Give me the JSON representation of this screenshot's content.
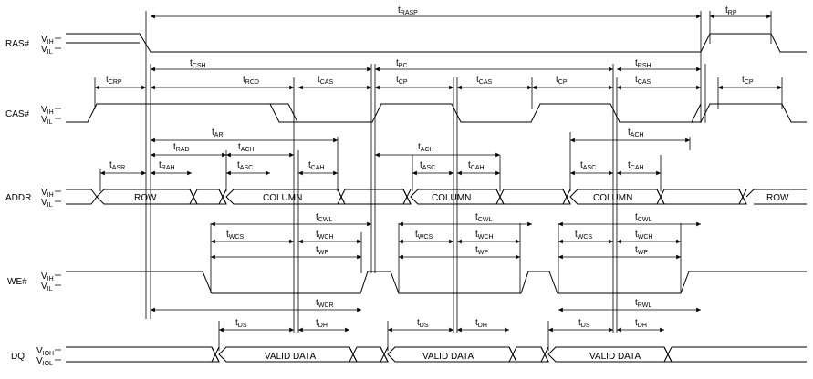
{
  "signals": [
    {
      "name": "RAS#",
      "hi": "V",
      "hi_sub": "IH",
      "lo": "V",
      "lo_sub": "IL"
    },
    {
      "name": "CAS#",
      "hi": "V",
      "hi_sub": "IH",
      "lo": "V",
      "lo_sub": "IL"
    },
    {
      "name": "ADDR",
      "hi": "V",
      "hi_sub": "IH",
      "lo": "V",
      "lo_sub": "IL"
    },
    {
      "name": "WE#",
      "hi": "V",
      "hi_sub": "IH",
      "lo": "V",
      "lo_sub": "IL"
    },
    {
      "name": "DQ",
      "hi": "V",
      "hi_sub": "IOH",
      "lo": "V",
      "lo_sub": "IOL"
    }
  ],
  "bus_labels": {
    "row1": "ROW",
    "col1": "COLUMN",
    "col2": "COLUMN",
    "col3": "COLUMN",
    "row2": "ROW",
    "data1": "VALID DATA",
    "data2": "VALID DATA",
    "data3": "VALID DATA"
  },
  "timings": {
    "rasp": {
      "t": "t",
      "s": "RASP"
    },
    "rp": {
      "t": "t",
      "s": "RP"
    },
    "csh": {
      "t": "t",
      "s": "CSH"
    },
    "pc": {
      "t": "t",
      "s": "PC"
    },
    "rsh": {
      "t": "t",
      "s": "RSH"
    },
    "crp": {
      "t": "t",
      "s": "CRP"
    },
    "rcd": {
      "t": "t",
      "s": "RCD"
    },
    "cas1": {
      "t": "t",
      "s": "CAS"
    },
    "cp1": {
      "t": "t",
      "s": "CP"
    },
    "cas2": {
      "t": "t",
      "s": "CAS"
    },
    "cp2": {
      "t": "t",
      "s": "CP"
    },
    "cas3": {
      "t": "t",
      "s": "CAS"
    },
    "cp3": {
      "t": "t",
      "s": "CP"
    },
    "ar": {
      "t": "t",
      "s": "AR"
    },
    "rad": {
      "t": "t",
      "s": "RAD"
    },
    "ach1": {
      "t": "t",
      "s": "ACH"
    },
    "ach2": {
      "t": "t",
      "s": "ACH"
    },
    "ach3": {
      "t": "t",
      "s": "ACH"
    },
    "asr": {
      "t": "t",
      "s": "ASR"
    },
    "rah": {
      "t": "t",
      "s": "RAH"
    },
    "asc1": {
      "t": "t",
      "s": "ASC"
    },
    "cah1": {
      "t": "t",
      "s": "CAH"
    },
    "asc2": {
      "t": "t",
      "s": "ASC"
    },
    "cah2": {
      "t": "t",
      "s": "CAH"
    },
    "asc3": {
      "t": "t",
      "s": "ASC"
    },
    "cah3": {
      "t": "t",
      "s": "CAH"
    },
    "cwl1": {
      "t": "t",
      "s": "CWL"
    },
    "cwl2": {
      "t": "t",
      "s": "CWL"
    },
    "cwl3": {
      "t": "t",
      "s": "CWL"
    },
    "wcs1": {
      "t": "t",
      "s": "WCS"
    },
    "wch1": {
      "t": "t",
      "s": "WCH"
    },
    "wcs2": {
      "t": "t",
      "s": "WCS"
    },
    "wch2": {
      "t": "t",
      "s": "WCH"
    },
    "wcs3": {
      "t": "t",
      "s": "WCS"
    },
    "wch3": {
      "t": "t",
      "s": "WCH"
    },
    "wp1": {
      "t": "t",
      "s": "WP"
    },
    "wp2": {
      "t": "t",
      "s": "WP"
    },
    "wp3": {
      "t": "t",
      "s": "WP"
    },
    "wcr": {
      "t": "t",
      "s": "WCR"
    },
    "rwl": {
      "t": "t",
      "s": "RWL"
    },
    "ds1": {
      "t": "t",
      "s": "DS"
    },
    "dh1": {
      "t": "t",
      "s": "DH"
    },
    "ds2": {
      "t": "t",
      "s": "DS"
    },
    "dh2": {
      "t": "t",
      "s": "DH"
    },
    "ds3": {
      "t": "t",
      "s": "DS"
    },
    "dh3": {
      "t": "t",
      "s": "DH"
    }
  }
}
